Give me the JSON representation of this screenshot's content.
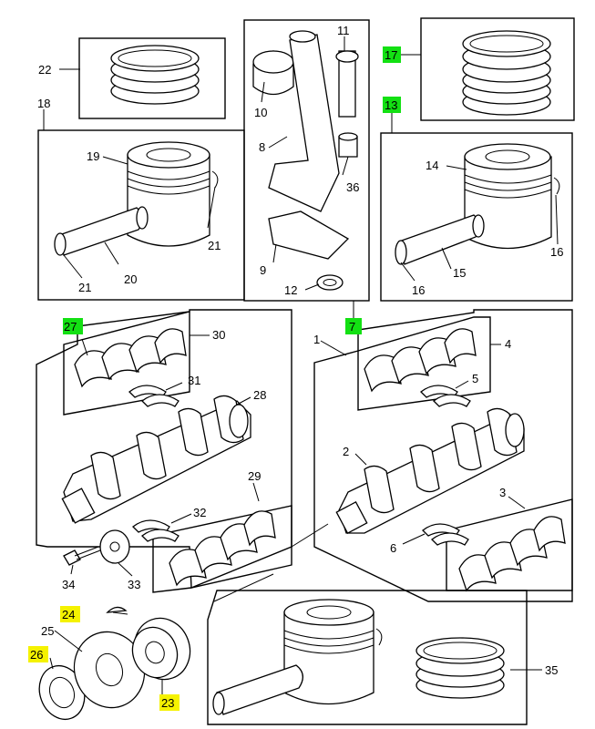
{
  "callouts": {
    "c1": "1",
    "c2": "2",
    "c3": "3",
    "c4": "4",
    "c5": "5",
    "c6": "6",
    "c7": "7",
    "c8": "8",
    "c9": "9",
    "c10": "10",
    "c11": "11",
    "c12": "12",
    "c13": "13",
    "c14": "14",
    "c15": "15",
    "c16a": "16",
    "c16b": "16",
    "c17": "17",
    "c18": "18",
    "c19": "19",
    "c20": "20",
    "c21a": "21",
    "c21b": "21",
    "c22": "22",
    "c23": "23",
    "c24": "24",
    "c25": "25",
    "c26": "26",
    "c27": "27",
    "c28": "28",
    "c29": "29",
    "c30": "30",
    "c31": "31",
    "c32": "32",
    "c33": "33",
    "c34": "34",
    "c35": "35",
    "c36": "36"
  },
  "highlights": {
    "green": [
      "7",
      "13",
      "17",
      "27"
    ],
    "yellow": [
      "23",
      "24",
      "26"
    ],
    "green_color": "#13e013",
    "yellow_color": "#f5f200"
  }
}
